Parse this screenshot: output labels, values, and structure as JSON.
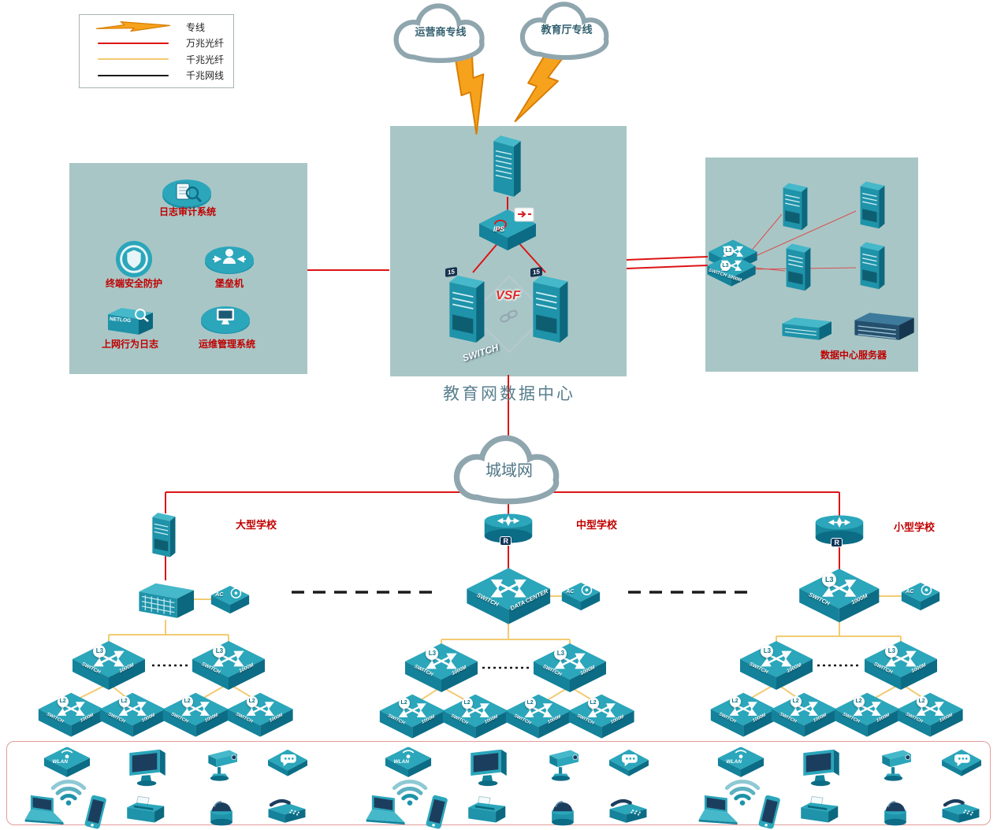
{
  "legend": {
    "items": [
      {
        "label": "专线"
      },
      {
        "label": "万兆光纤"
      },
      {
        "label": "千兆光纤"
      },
      {
        "label": "千兆网线"
      }
    ]
  },
  "clouds": {
    "carrier": {
      "label": "运营商专线"
    },
    "education": {
      "label": "教育厅专线"
    },
    "man": {
      "label": "城域网"
    }
  },
  "datacenter": {
    "title": "教育网数据中心",
    "ips": "IPS",
    "vsf": "VSF",
    "switch_text": "SWITCH",
    "server_tag": "15"
  },
  "security_zone": {
    "log_audit": "日志审计系统",
    "terminal_security": "终端安全防护",
    "bastion": "堡垒机",
    "net_log": "上网行为日志",
    "netlog_tag": "NETLOG",
    "ops_mgmt": "运维管理系统"
  },
  "server_zone": {
    "title": "数据中心服务器",
    "switch_label": "SWITCH 1000M",
    "switch_badge": "L3"
  },
  "schools": [
    {
      "name": "大型学校"
    },
    {
      "name": "中型学校"
    },
    {
      "name": "小型学校"
    }
  ],
  "devices": {
    "l3": {
      "label1": "SWITCH",
      "label2": "1000M",
      "badge": "L3"
    },
    "l2": {
      "label1": "SWITCH",
      "label2": "1000M",
      "badge": "L2"
    },
    "core_datacenter": {
      "label1": "SWITCH",
      "label2": "DATA CENTER"
    },
    "core_1000m": {
      "label1": "SWITCH",
      "label2": "1000M",
      "badge": "L3"
    },
    "router_badge": "R",
    "ac_label": "AC",
    "wlan_label": "WLAN"
  },
  "colors": {
    "line_10g": "#DC1414",
    "line_1g_fiber": "#F2CB72",
    "line_1g_cable": "#1A1A1A",
    "lightning": "#F6A21D",
    "zone_bg": "#A9C6C6",
    "device_teal": "#2BA6BB",
    "label_red": "#C00000"
  }
}
